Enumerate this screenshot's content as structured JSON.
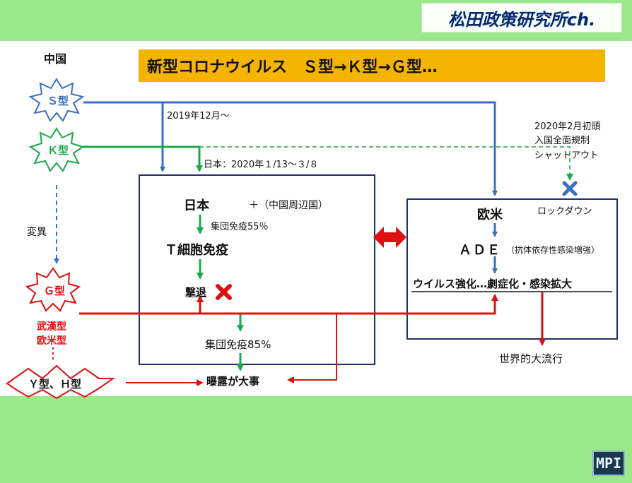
{
  "header": {
    "channel": "松田政策研究所ch."
  },
  "title": "新型コロナウイルス　Ｓ型→Ｋ型→Ｇ型…",
  "left": {
    "country": "中国",
    "s_type": "Ｓ型",
    "k_type": "Ｋ型",
    "g_type": "Ｇ型",
    "mutation": "変異",
    "g_sub1": "武漢型",
    "g_sub2": "欧米型",
    "yh_type": "Ｙ型、Ｈ型"
  },
  "timeline": {
    "dec2019": "2019年12月～",
    "japan_period": "日本：2020年１/13～３/８",
    "feb2020_1": "2020年2月初頭",
    "feb2020_2": "入国全面規制",
    "feb2020_3": "シャットアウト"
  },
  "japan_box": {
    "title": "日本",
    "neighbors": "＋（中国周辺国）",
    "herd55": "集団免疫55％",
    "tcell": "Ｔ細胞免疫",
    "repel": "撃退",
    "herd85": "集団免疫85%",
    "exposure": "曝露が大事"
  },
  "west_box": {
    "lockdown": "ロックダウン",
    "title": "欧米",
    "ade": "ＡＤＥ",
    "ade_note": "（抗体依存性感染増強）",
    "strengthen": "ウイルス強化…劇症化・感染拡大",
    "pandemic": "世界的大流行"
  },
  "footer": {
    "logo": "MPI"
  },
  "colors": {
    "blue": "#3b6fc0",
    "green": "#1aa84a",
    "red": "#e01010",
    "orange": "#f5b400"
  }
}
